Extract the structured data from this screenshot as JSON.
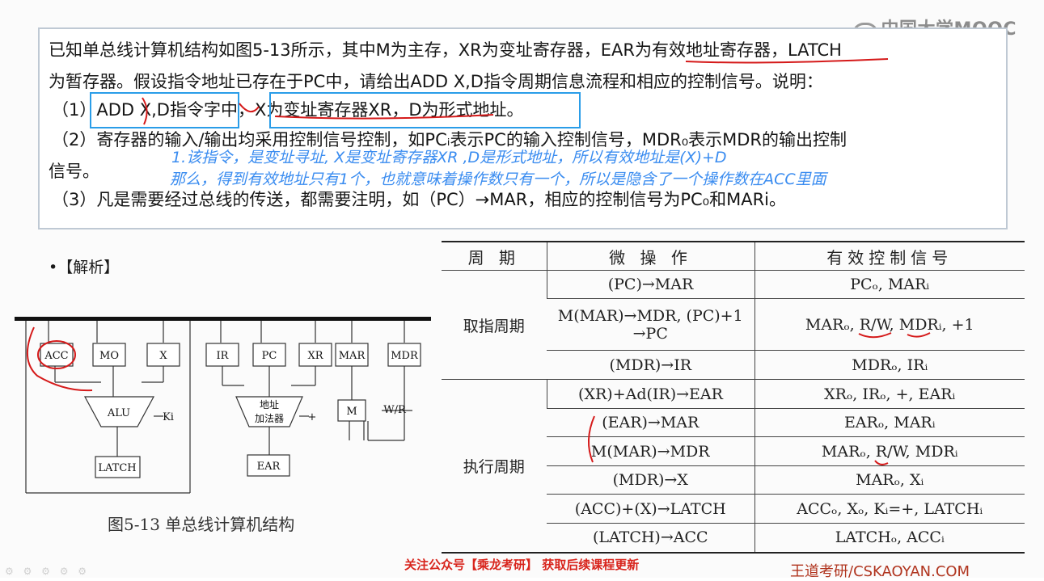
{
  "logo": {
    "text": "中国大学MOOC"
  },
  "question": {
    "line1": "已知单总线计算机结构如图5-13所示，其中M为主存，XR为变址寄存器，EAR为有效地址寄存器，LATCH",
    "line2": "为暂存器。假设指令地址已存在于PC中，请给出ADD X,D指令周期信息流程和相应的控制信号。说明：",
    "line3": "（1）ADD X,D指令字中，X为变址寄存器XR，D为形式地址。",
    "line4": "（2）寄存器的输入/输出均采用控制信号控制，如PCᵢ表示PC的输入控制信号，MDR₀表示MDR的输出控制",
    "line5": "信号。",
    "line6": "（3）凡是需要经过总线的传送，都需要注明，如（PC）→MAR，相应的控制信号为PC₀和MARi。"
  },
  "annotation": {
    "line1": "1.该指令，是变址寻址, X是变址寄存器XR ,D是形式地址，所以有效地址是(X)+D",
    "line2": "那么，得到有效地址只有1个，也就意味着操作数只有一个，所以是隐含了一个操作数在ACC里面"
  },
  "analysis_label": "•【解析】",
  "diagram": {
    "blocks": [
      "ACC",
      "MO",
      "X",
      "IR",
      "PC",
      "XR",
      "MAR",
      "MDR",
      "ALU",
      "LATCH",
      "EAR",
      "M"
    ],
    "adder_line1": "地址",
    "adder_line2": "加法器",
    "ki": "Ki",
    "wr": "W/R",
    "plus": "+",
    "caption": "图5-13  单总线计算机结构"
  },
  "table": {
    "headers": [
      "周    期",
      "微  操  作",
      "有效控制信号"
    ],
    "fetch_label": "取指周期",
    "exec_label": "执行周期",
    "rows": [
      {
        "op": "(PC)→MAR",
        "sig": "PCₒ, MARᵢ"
      },
      {
        "op": "M(MAR)→MDR, (PC)+1",
        "op2": "→PC",
        "sig": "MARₒ, R/W, MDRᵢ, +1"
      },
      {
        "op": "(MDR)→IR",
        "sig": "MDRₒ, IRᵢ"
      },
      {
        "op": "(XR)+Ad(IR)→EAR",
        "sig": "XRₒ, IRₒ, +, EARᵢ"
      },
      {
        "op": "(EAR)→MAR",
        "sig": "EARₒ, MARᵢ"
      },
      {
        "op": "M(MAR)→MDR",
        "sig": "MARₒ, R/W, MDRᵢ"
      },
      {
        "op": "(MDR)→X",
        "sig": "MARₒ, Xᵢ"
      },
      {
        "op": "(ACC)+(X)→LATCH",
        "sig": "ACCₒ, Xₒ, Kᵢ=+, LATCHᵢ"
      },
      {
        "op": "(LATCH)→ACC",
        "sig": "LATCHₒ, ACCᵢ"
      }
    ]
  },
  "footer": {
    "promo": "关注公众号【乘龙考研】 获取后续课程更新",
    "brand": "王道考研/CSKAOYAN.COM"
  }
}
